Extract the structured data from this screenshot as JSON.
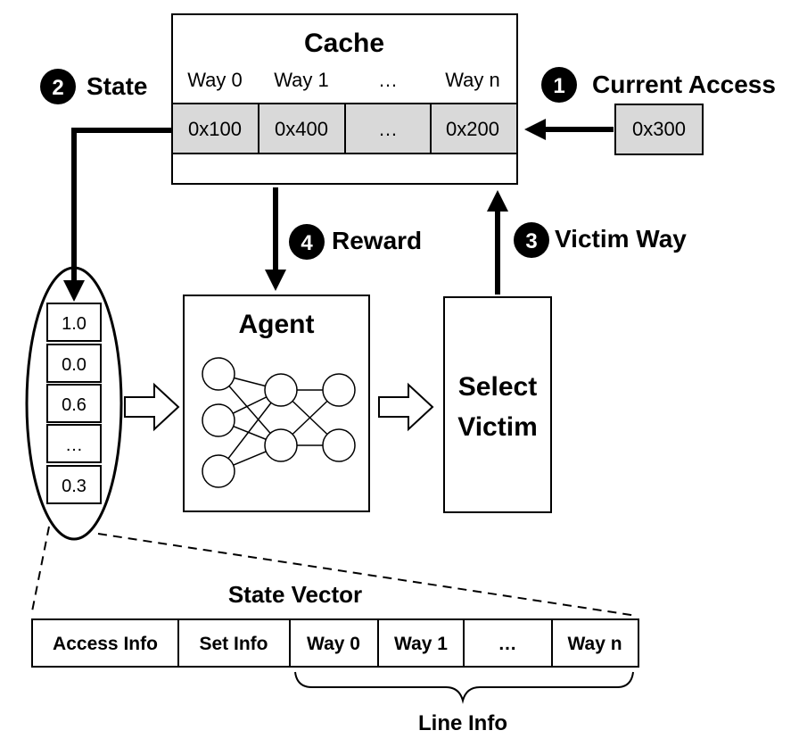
{
  "cache": {
    "title": "Cache",
    "ways": [
      "Way 0",
      "Way 1",
      "…",
      "Way n"
    ],
    "addresses": [
      "0x100",
      "0x400",
      "…",
      "0x200"
    ]
  },
  "current_access": {
    "step": "1",
    "label": "Current Access",
    "address": "0x300"
  },
  "state_step": {
    "step": "2",
    "label": "State"
  },
  "victim_step": {
    "step": "3",
    "label": "Victim Way"
  },
  "reward_step": {
    "step": "4",
    "label": "Reward"
  },
  "agent": {
    "title": "Agent"
  },
  "select_victim": {
    "line1": "Select",
    "line2": "Victim"
  },
  "state_column": [
    "1.0",
    "0.0",
    "0.6",
    "…",
    "0.3"
  ],
  "state_vector": {
    "title": "State Vector",
    "access_info": "Access Info",
    "set_info": "Set Info",
    "way0_prefix": "Way ",
    "way0_index": "0",
    "way1_prefix": "Way ",
    "way1_index": "1",
    "ellipsis": "…",
    "wayn_prefix": "Way ",
    "wayn_index": "n",
    "line_info": "Line Info"
  },
  "colors": {
    "cell_fill": "#d9d9d9",
    "stroke": "#000000",
    "badge": "#000000",
    "background": "#ffffff"
  }
}
